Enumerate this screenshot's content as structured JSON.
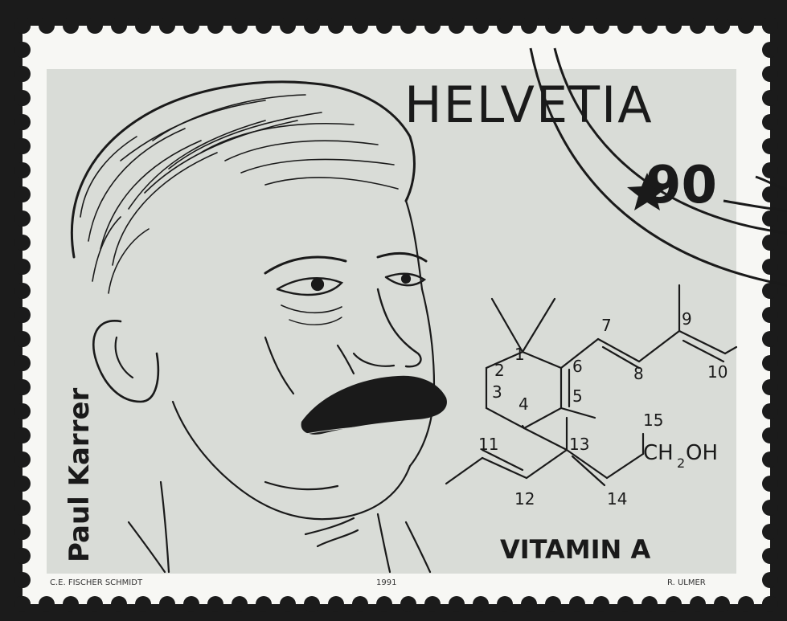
{
  "stamp": {
    "country": "HELVETIA",
    "value": "90",
    "person_name": "Paul Karrer",
    "subject": "VITAMIN A",
    "footer": {
      "left": "C.E. FISCHER SCHMIDT",
      "center": "1991",
      "right": "R. ULMER"
    },
    "formula_group": "CH",
    "formula_subscript": "2",
    "formula_tail": "OH",
    "carbon_numbers": {
      "c1": "1",
      "c2": "2",
      "c3": "3",
      "c4": "4",
      "c5": "5",
      "c6": "6",
      "c7": "7",
      "c8": "8",
      "c9": "9",
      "c10": "10",
      "c11": "11",
      "c12": "12",
      "c13": "13",
      "c14": "14",
      "c15": "15"
    },
    "colors": {
      "background_dark": "#1b1b1b",
      "paper": "#f7f7f4",
      "print_area": "#d9dcd7",
      "ink": "#1a1a1a"
    }
  }
}
